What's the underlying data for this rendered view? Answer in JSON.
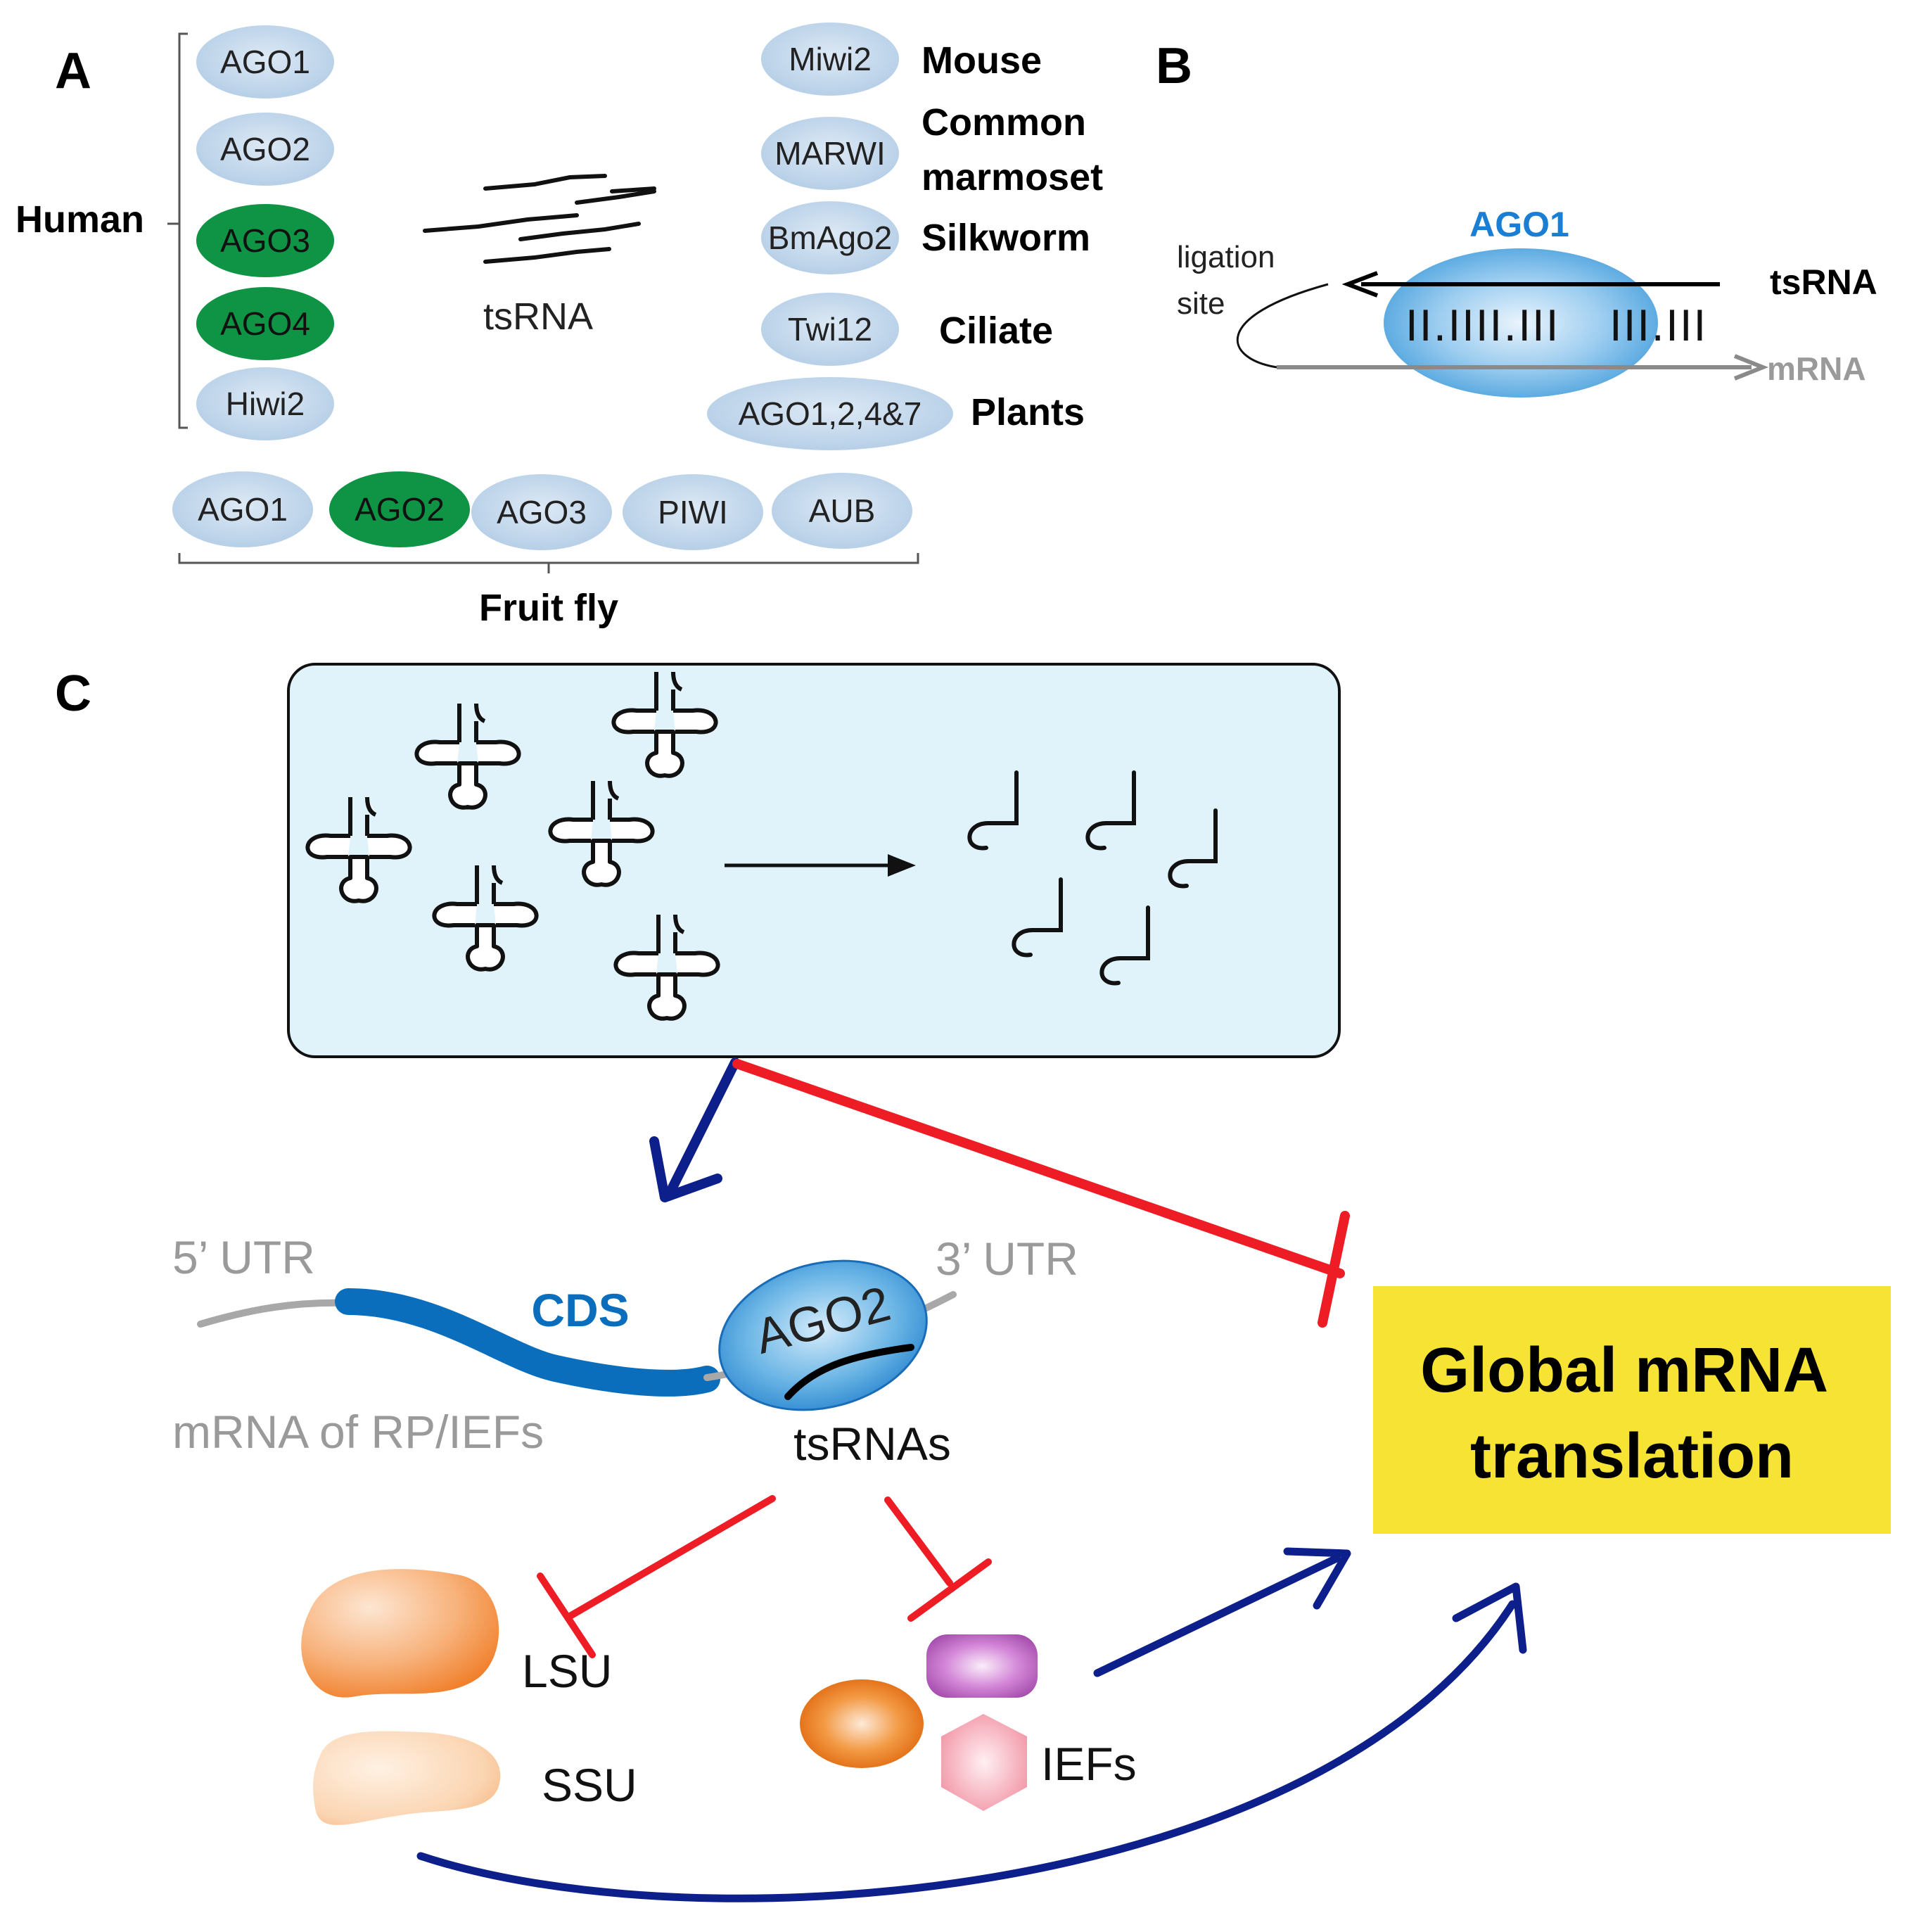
{
  "panels": {
    "a": {
      "label": "A"
    },
    "b": {
      "label": "B"
    },
    "c": {
      "label": "C"
    }
  },
  "panel_a": {
    "human_label": "Human",
    "fly_label": "Fruit fly",
    "tsrna_label": "tsRNA",
    "human_proteins": [
      {
        "name": "AGO1",
        "highlight": false
      },
      {
        "name": "AGO2",
        "highlight": false
      },
      {
        "name": "AGO3",
        "highlight": true
      },
      {
        "name": "AGO4",
        "highlight": true
      },
      {
        "name": "Hiwi2",
        "highlight": false
      }
    ],
    "species": [
      {
        "protein": "Miwi2",
        "species": "Mouse"
      },
      {
        "protein": "MARWI",
        "species": "Common marmoset"
      },
      {
        "protein": "BmAgo2",
        "species": "Silkworm"
      },
      {
        "protein": "Twi12",
        "species": "Ciliate"
      },
      {
        "protein": "AGO1,2,4&7",
        "species": "Plants"
      }
    ],
    "fly_proteins": [
      {
        "name": "AGO1",
        "highlight": false
      },
      {
        "name": "AGO2",
        "highlight": true
      },
      {
        "name": "AGO3",
        "highlight": false
      },
      {
        "name": "PIWI",
        "highlight": false
      },
      {
        "name": "AUB",
        "highlight": false
      }
    ]
  },
  "panel_b": {
    "complex_label": "AGO1",
    "ligation_line1": "ligation",
    "ligation_line2": "site",
    "tsrna_label": "tsRNA",
    "mrna_label": "mRNA",
    "pairing_left": "II.IIII.III",
    "pairing_right": "III.III"
  },
  "panel_c": {
    "utr5": "5’ UTR",
    "utr3": "3’ UTR",
    "cds": "CDS",
    "ago2": "AGO2",
    "mrna_label": "mRNA of RP/IEFs",
    "tsrnas": "tsRNAs",
    "lsu": "LSU",
    "ssu": "SSU",
    "iefs": "IEFs",
    "global_line1": "Global mRNA",
    "global_line2": "translation"
  },
  "colors": {
    "ago_light": "#bcd5ec",
    "ago_green": "#0e9444",
    "cds_blue": "#0a6ebd",
    "inhibit_red": "#ee1c24",
    "activate_navy": "#0d1f8a",
    "cell_fill": "#e0f3fa",
    "global_box": "#f7e334",
    "grey_text": "#9a9a9a"
  }
}
